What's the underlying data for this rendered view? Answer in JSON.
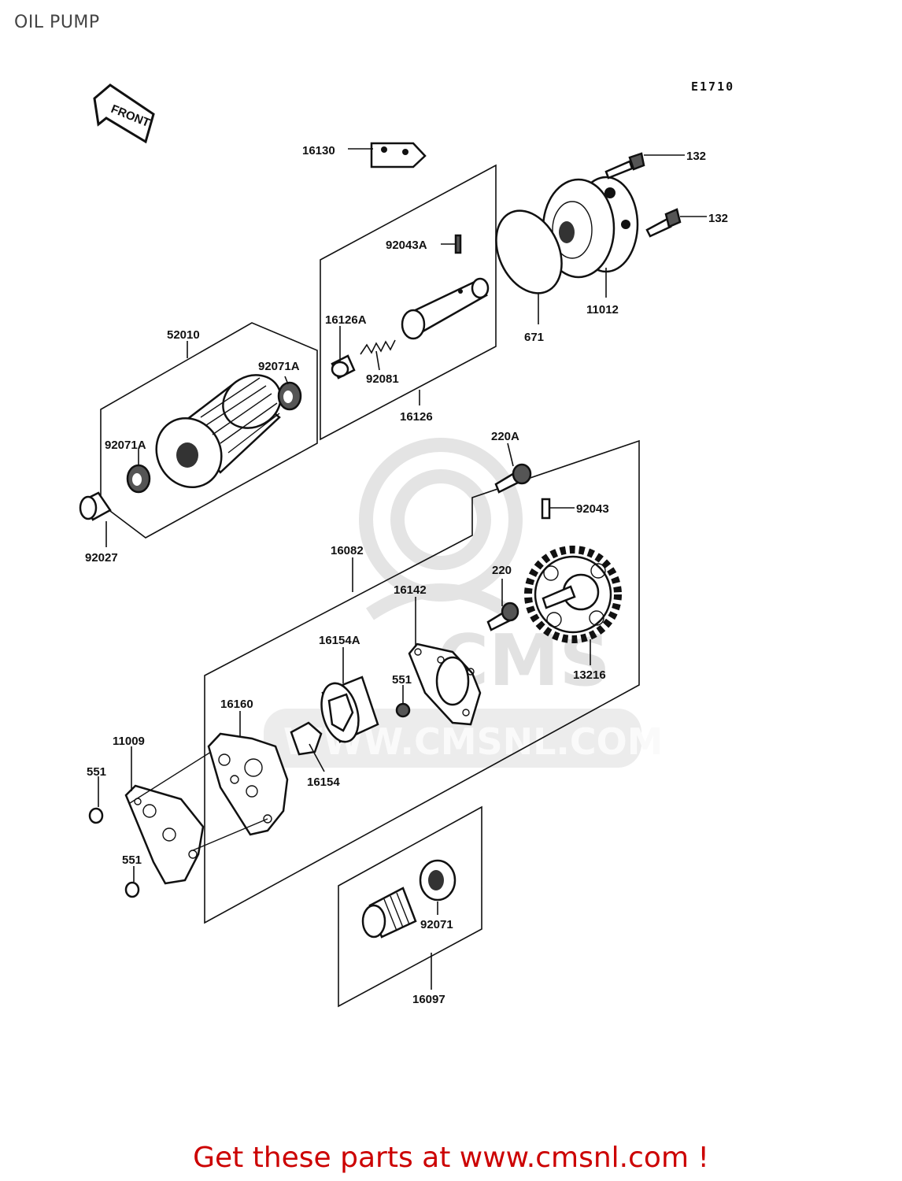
{
  "page": {
    "title": "OIL PUMP",
    "diagram_code": "E1710",
    "footer_link": "Get these parts at www.cmsnl.com !"
  },
  "watermark": {
    "logo_text": "CMS",
    "url_text": "WWW.CMSNL.COM"
  },
  "direction_badge": {
    "label": "FRONT",
    "icon": "front-arrow-icon"
  },
  "parts": [
    {
      "number": "16130"
    },
    {
      "number": "132"
    },
    {
      "number": "132"
    },
    {
      "number": "92043A"
    },
    {
      "number": "16126A"
    },
    {
      "number": "92081"
    },
    {
      "number": "16126"
    },
    {
      "number": "671"
    },
    {
      "number": "11012"
    },
    {
      "number": "52010"
    },
    {
      "number": "92071A"
    },
    {
      "number": "92071A"
    },
    {
      "number": "92027"
    },
    {
      "number": "220A"
    },
    {
      "number": "92043"
    },
    {
      "number": "16082"
    },
    {
      "number": "220"
    },
    {
      "number": "16142"
    },
    {
      "number": "16154A"
    },
    {
      "number": "551"
    },
    {
      "number": "13216"
    },
    {
      "number": "16160"
    },
    {
      "number": "11009"
    },
    {
      "number": "551"
    },
    {
      "number": "16154"
    },
    {
      "number": "551"
    },
    {
      "number": "92071"
    },
    {
      "number": "16097"
    }
  ]
}
